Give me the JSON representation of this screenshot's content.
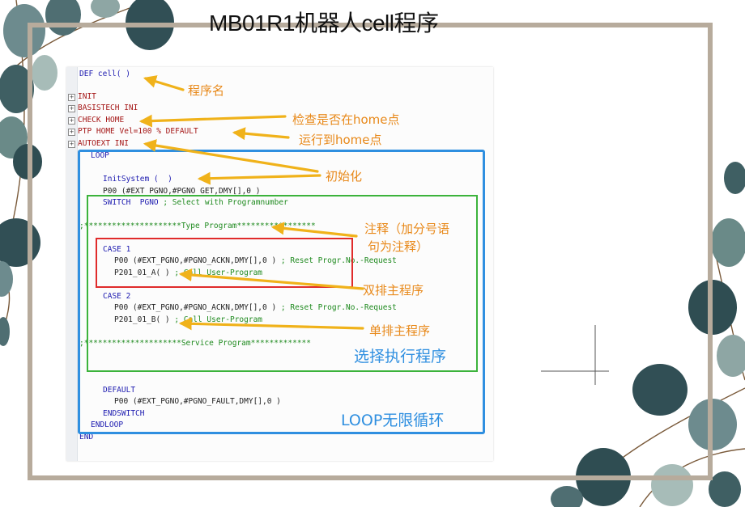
{
  "title": "MB01R1机器人cell程序",
  "code_lines": {
    "l1": "DEF cell( )",
    "l2": "INIT",
    "l3": "BASISTECH INI",
    "l4": "CHECK HOME",
    "l5": "PTP HOME Vel=100 % DEFAULT",
    "l6": "AUTOEXT INI",
    "l7": "LOOP",
    "l8": "InitSystem (  )",
    "l9": "P00 (#EXT_PGNO,#PGNO_GET,DMY[],0 )",
    "l10a": "SWITCH  PGNO",
    "l10b": " ; Select with Programnumber",
    "l11": ";*********************Type Program*****************",
    "l12": "CASE 1",
    "l13a": "P00 (#EXT_PGNO,#PGNO_ACKN,DMY[],0 )",
    "l13b": " ; Reset Progr.No.-Request",
    "l14a": "P201_01_A( )",
    "l14b": " ; Call User-Program",
    "l15": "CASE 2",
    "l16a": "P00 (#EXT_PGNO,#PGNO_ACKN,DMY[],0 )",
    "l16b": " ; Reset Progr.No.-Request",
    "l17a": "P201_01_B( )",
    "l17b": " ; Call User-Program",
    "l18": ";*********************Service Program*************",
    "l19": "DEFAULT",
    "l20": "P00 (#EXT_PGNO,#PGNO_FAULT,DMY[],0 )",
    "l21": "ENDSWITCH",
    "l22": "ENDLOOP",
    "l23": "END"
  },
  "fold_marker": "+",
  "annotations": {
    "program_name": "程序名",
    "check_home": "检查是否在home点",
    "run_to_home": "运行到home点",
    "initialize": "初始化",
    "comment_line1": "注释（加分号语",
    "comment_line2": "句为注释）",
    "double_main": "双排主程序",
    "single_main": "单排主程序",
    "select_program": "选择执行程序",
    "loop_infinite": "LOOP无限循环"
  },
  "colors": {
    "keyword": "#1d1bb0",
    "init_section": "#a51818",
    "comment": "#1f8a1f",
    "annotation": "#e8891a",
    "loop_box": "#2f8fe0",
    "switch_box": "#3cb33c",
    "case_box": "#e02b2b",
    "frame": "#b7ab9c"
  },
  "icons": [
    "fold-plus-icon",
    "eucalyptus-leaf-decoration",
    "crosshair-line-decoration"
  ]
}
